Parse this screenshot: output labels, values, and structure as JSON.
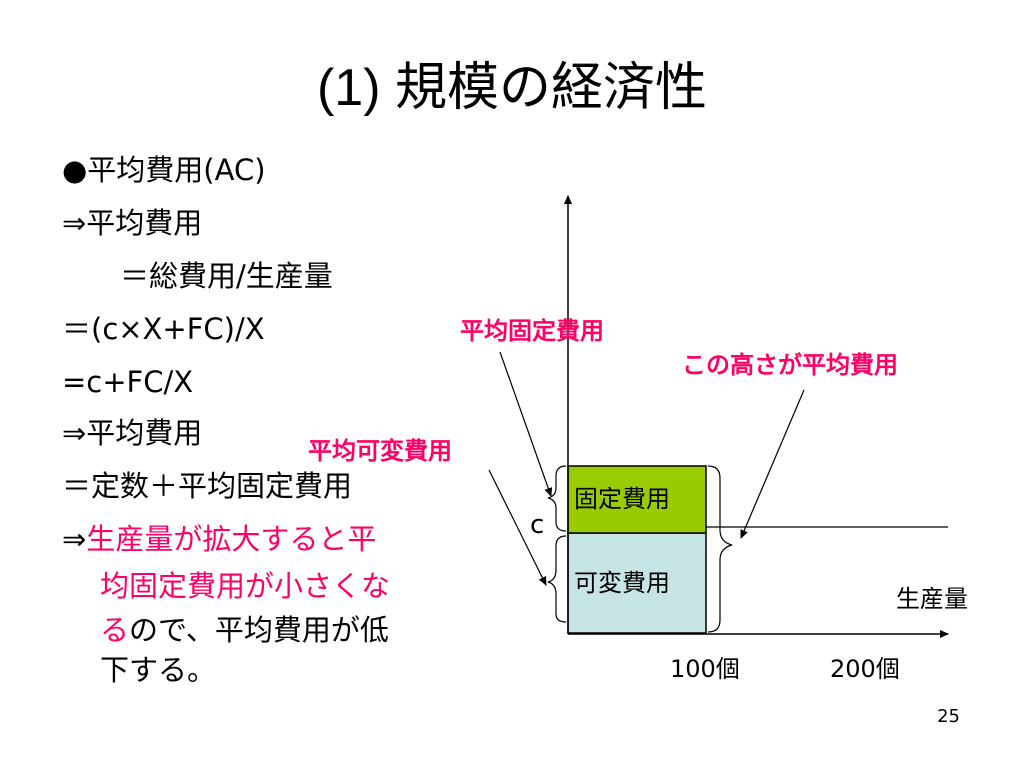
{
  "slide": {
    "title": "(1) 規模の経済性",
    "page_number": "25"
  },
  "bullets": [
    "●平均費用(AC)",
    "⇒平均費用",
    "＝総費用/生産量",
    "＝(c×X+FC)/X",
    "=c+FC/X",
    "⇒平均費用",
    "＝定数＋平均固定費用"
  ],
  "conclusion": {
    "arrow": "⇒",
    "highlight_1": "生産量が拡大すると平",
    "highlight_2": "均固定費用が小さくな",
    "highlight_3": "る",
    "rest_3": "ので、平均費用が低",
    "rest_4": "下する。"
  },
  "diagram": {
    "fixed_box_label": "固定費用",
    "variable_box_label": "可変費用",
    "c_label": "c",
    "x_axis_label": "生産量",
    "tick_100": "100個",
    "tick_200": "200個",
    "callout_avg_fixed": "平均固定費用",
    "callout_avg_variable": "平均可変費用",
    "callout_height": "この高さが平均費用",
    "colors": {
      "fixed_fill": "#99cc00",
      "variable_fill": "#c6e4e4",
      "accent": "#ff0066"
    }
  }
}
